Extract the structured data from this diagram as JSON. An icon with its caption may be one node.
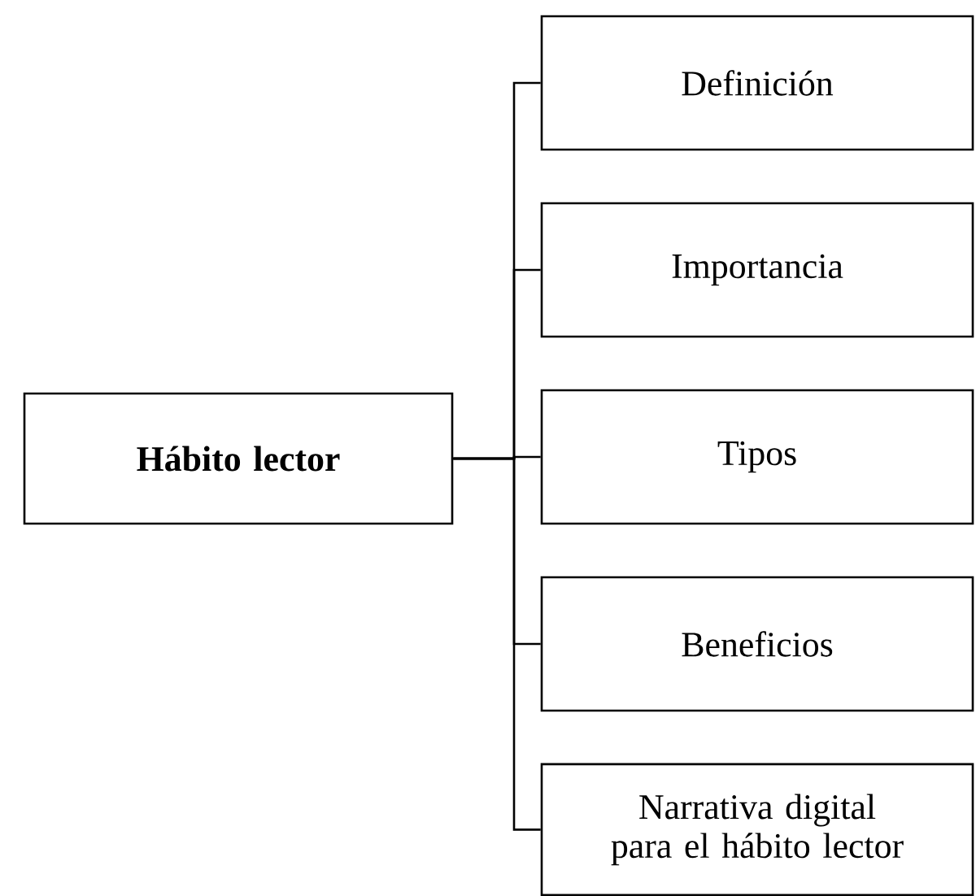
{
  "diagram": {
    "nodes": [
      {
        "text": [
          "Hábito lector"
        ]
      },
      {
        "text": [
          "Definición"
        ]
      },
      {
        "text": [
          "Importancia"
        ]
      },
      {
        "text": [
          "Tipos"
        ]
      },
      {
        "text": [
          "Beneficios"
        ]
      },
      {
        "text": [
          "Narrativa digital para el hábito lector"
        ]
      }
    ],
    "edges": [
      {
        "from": 0,
        "to": 1,
        "arrow": "none"
      },
      {
        "from": 0,
        "to": 2,
        "arrow": "none"
      },
      {
        "from": 0,
        "to": 3,
        "arrow": "none"
      },
      {
        "from": 0,
        "to": 4,
        "arrow": "none"
      },
      {
        "from": 0,
        "to": 5,
        "arrow": "none"
      }
    ]
  }
}
